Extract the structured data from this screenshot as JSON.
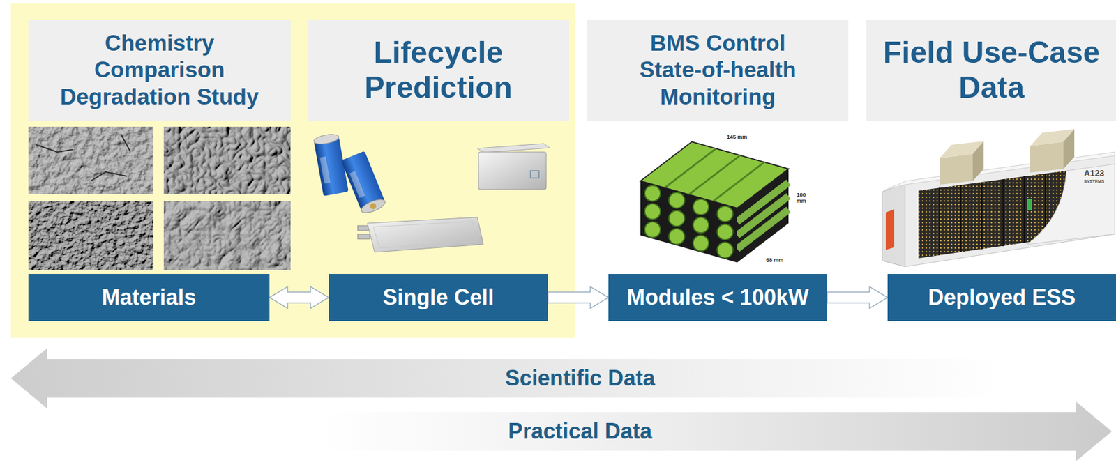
{
  "diagram": {
    "nodes": [
      {
        "text": [
          "Chemistry Comparison Degradation Study"
        ]
      },
      {
        "text": [
          "Lifecycle Prediction"
        ]
      },
      {
        "text": [
          "BMS Control State-of-health Monitoring"
        ]
      },
      {
        "text": [
          "Field Use-Case Data"
        ]
      },
      {
        "text": [
          "Materials"
        ]
      },
      {
        "text": [
          "Single Cell"
        ]
      },
      {
        "text": [
          "Modules < 100kW"
        ]
      },
      {
        "text": [
          "Deployed ESS"
        ]
      },
      {
        "text": [
          "Scientific Data"
        ]
      },
      {
        "text": [
          "Practical Data"
        ]
      }
    ],
    "edges": [
      {
        "from": 4,
        "to": 5,
        "arrow": "both"
      },
      {
        "from": 5,
        "to": 6,
        "arrow": "to"
      },
      {
        "from": 6,
        "to": 7,
        "arrow": "to"
      }
    ],
    "labels": [
      "145 mm",
      "100 mm",
      "68 mm",
      "A123",
      "SYSTEMS"
    ]
  }
}
